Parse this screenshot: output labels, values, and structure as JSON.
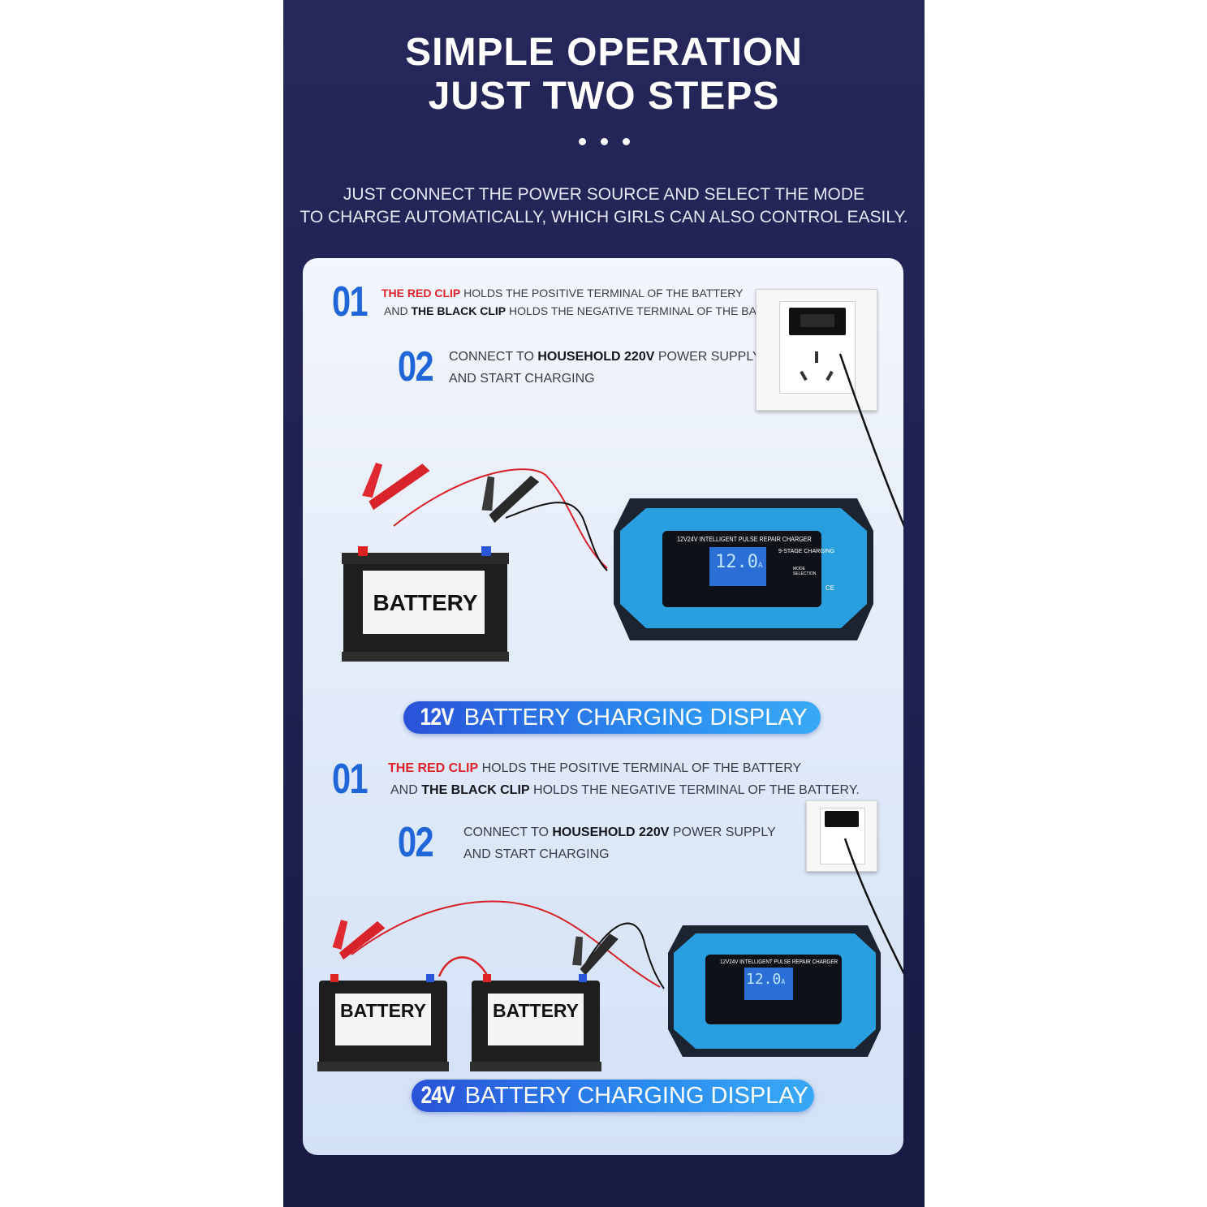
{
  "header": {
    "title_line1": "SIMPLE OPERATION",
    "title_line2": "JUST TWO STEPS",
    "intro_line1": "JUST CONNECT THE POWER SOURCE AND SELECT THE MODE",
    "intro_line2": "TO CHARGE AUTOMATICALLY, WHICH GIRLS CAN ALSO CONTROL EASILY."
  },
  "sections": [
    {
      "step1_num": "01",
      "step1_red": "THE RED CLIP",
      "step1_rest1": " HOLDS THE POSITIVE TERMINAL OF THE BATTERY",
      "step1_and": "AND ",
      "step1_black": "THE BLACK CLIP",
      "step1_rest2": " HOLDS THE NEGATIVE TERMINAL OF THE BATTERY.",
      "step2_num": "02",
      "step2_pre": "CONNECT TO ",
      "step2_bold": "HOUSEHOLD 220V",
      "step2_post": " POWER SUPPLY",
      "step2_line2": "AND START CHARGING",
      "battery_labels": [
        "BATTERY"
      ],
      "display_voltage": "12V",
      "display_text": " BATTERY CHARGING DISPLAY"
    },
    {
      "step1_num": "01",
      "step1_red": "THE RED CLIP",
      "step1_rest1": " HOLDS THE POSITIVE TERMINAL OF THE BATTERY",
      "step1_and": "AND ",
      "step1_black": "THE BLACK CLIP",
      "step1_rest2": " HOLDS THE NEGATIVE TERMINAL OF THE BATTERY.",
      "step2_num": "02",
      "step2_pre": "CONNECT TO ",
      "step2_bold": "HOUSEHOLD 220V",
      "step2_post": " POWER SUPPLY",
      "step2_line2": "AND START CHARGING",
      "battery_labels": [
        "BATTERY",
        "BATTERY"
      ],
      "display_voltage": "24V",
      "display_text": " BATTERY CHARGING DISPLAY"
    }
  ],
  "charger": {
    "model_label": "12V24V INTELLIGENT PULSE REPAIR CHARGER",
    "stage_label": "9-STAGE CHARGING",
    "lcd_value": "12.0",
    "lcd_unit": "A",
    "mode_label": "MODE SELECTION",
    "ce_mark": "CE"
  },
  "colors": {
    "poster_bg": "#23245a",
    "accent_blue": "#2166d8",
    "red_clip": "#e0232b",
    "charger_blue": "#2b9ddb"
  }
}
